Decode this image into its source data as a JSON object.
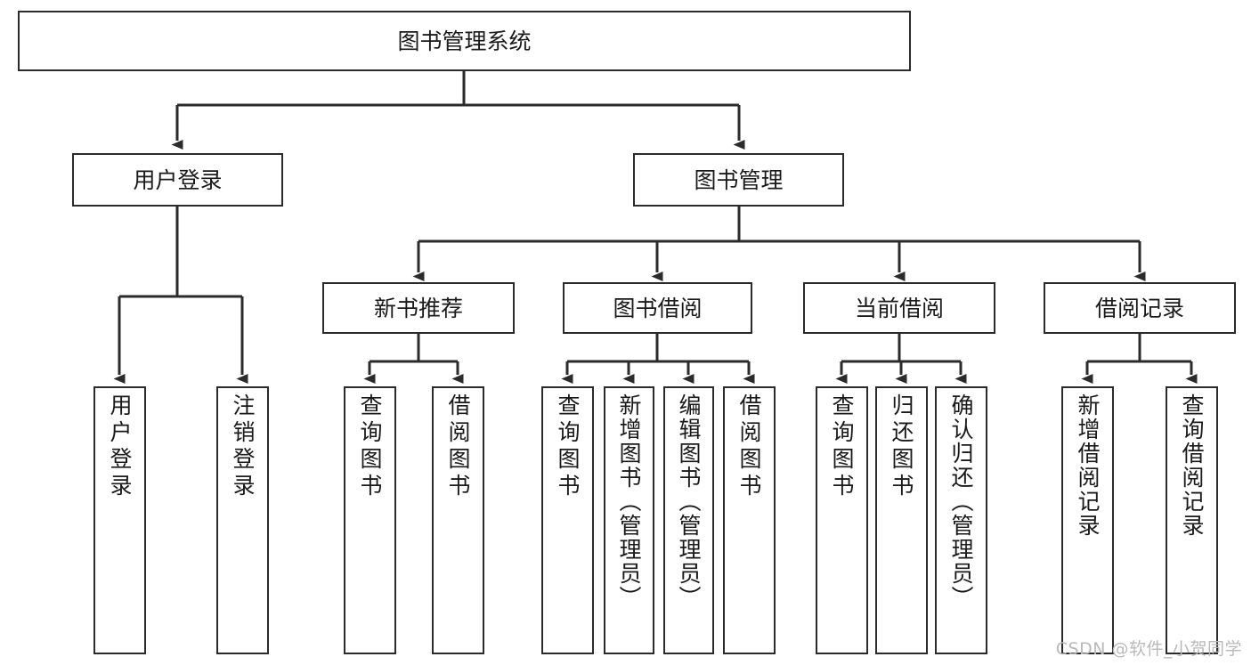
{
  "diagram": {
    "title": "图书管理系统",
    "type": "tree-hierarchy",
    "root": {
      "id": "root",
      "label": "图书管理系统"
    },
    "level2": [
      {
        "id": "user-login",
        "label": "用户登录"
      },
      {
        "id": "book-management",
        "label": "图书管理"
      }
    ],
    "level3": [
      {
        "id": "new-book-recommend",
        "label": "新书推荐",
        "parent": "book-management"
      },
      {
        "id": "book-borrow",
        "label": "图书借阅",
        "parent": "book-management"
      },
      {
        "id": "current-borrow",
        "label": "当前借阅",
        "parent": "book-management"
      },
      {
        "id": "borrow-record",
        "label": "借阅记录",
        "parent": "book-management"
      }
    ],
    "leaves": {
      "user_login": [
        {
          "id": "leaf-user-login",
          "label": "用户登录"
        },
        {
          "id": "leaf-logout-login",
          "label": "注销登录"
        }
      ],
      "new_book_recommend": [
        {
          "id": "leaf-query-book-1",
          "label": "查询图书"
        },
        {
          "id": "leaf-borrow-book-1",
          "label": "借阅图书"
        }
      ],
      "book_borrow": [
        {
          "id": "leaf-query-book-2",
          "label": "查询图书"
        },
        {
          "id": "leaf-add-book",
          "label": "新增图书（管理员）"
        },
        {
          "id": "leaf-edit-book",
          "label": "编辑图书（管理员）"
        },
        {
          "id": "leaf-borrow-book-2",
          "label": "借阅图书"
        }
      ],
      "current_borrow": [
        {
          "id": "leaf-query-book-3",
          "label": "查询图书"
        },
        {
          "id": "leaf-return-book",
          "label": "归还图书"
        },
        {
          "id": "leaf-confirm-return",
          "label": "确认归还（管理员）"
        }
      ],
      "borrow_record": [
        {
          "id": "leaf-add-borrow-record",
          "label": "新增借阅记录"
        },
        {
          "id": "leaf-query-borrow-record",
          "label": "查询借阅记录"
        }
      ]
    }
  },
  "watermark": {
    "text": "CSDN @软件_小贺同学"
  },
  "colors": {
    "stroke": "#2b2b2b",
    "box_fill": "#ffffff",
    "text": "#1a1a1a",
    "watermark": "#b9b9b9",
    "background": "#ffffff"
  }
}
